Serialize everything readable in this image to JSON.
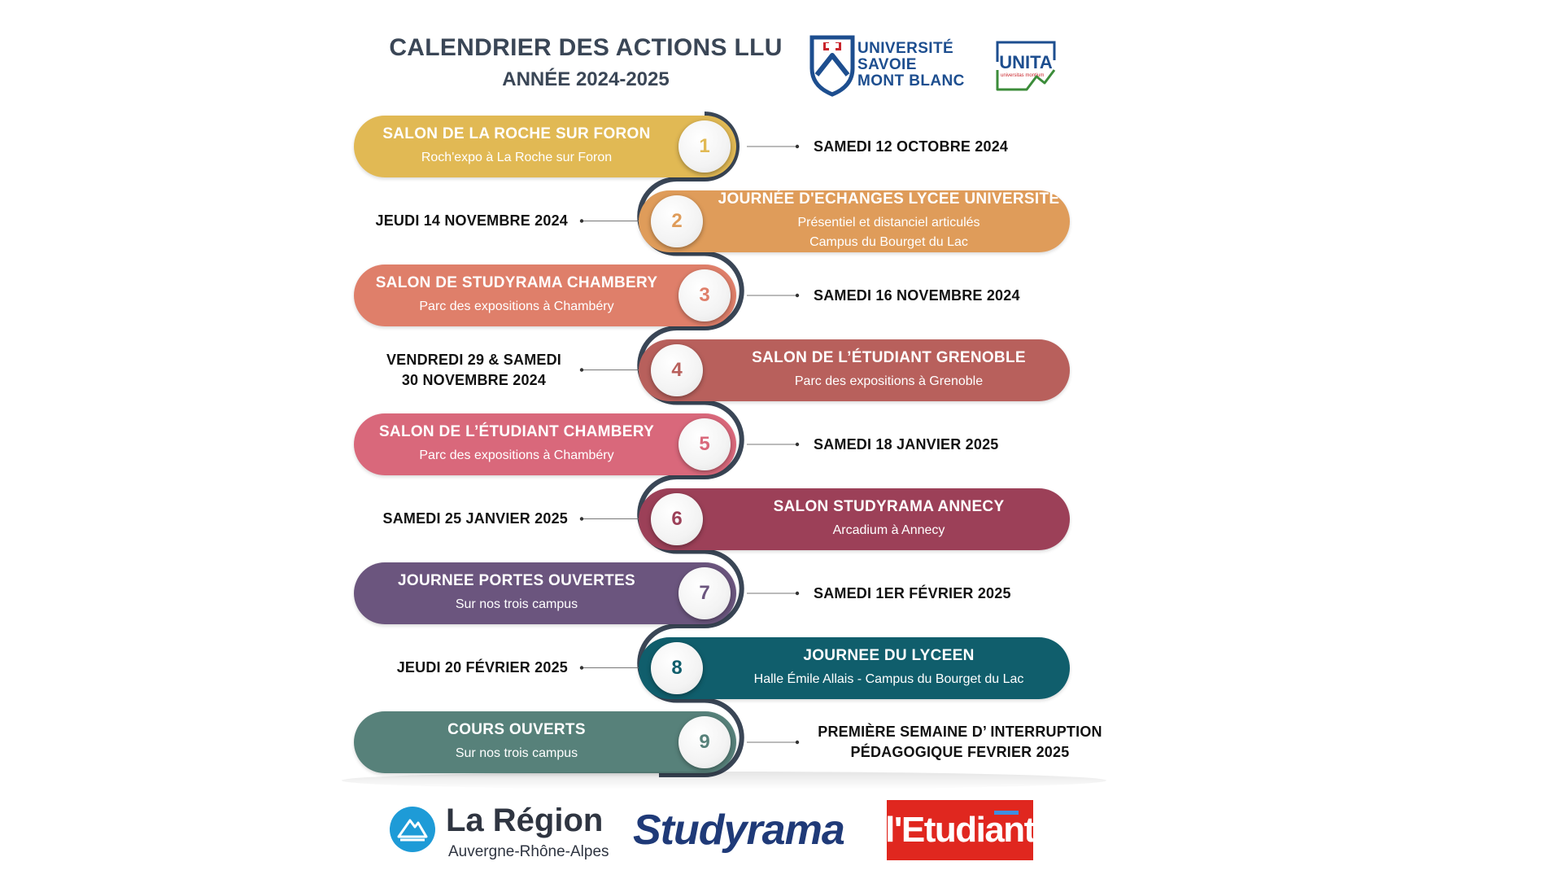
{
  "header": {
    "title": "CALENDRIER DES ACTIONS LLU",
    "subtitle": "ANNÉE 2024-2025"
  },
  "logos": {
    "usmb": [
      "UNIVERSITÉ",
      "SAVOIE",
      "MONT BLANC"
    ],
    "unita": "UNITA",
    "unita_tagline": "universitas montium",
    "region_name": "La Région",
    "region_sub": "Auvergne-Rhône-Alpes",
    "studyrama": "Studyrama",
    "etudiant": "l'Etudiant"
  },
  "events": [
    {
      "num": "1",
      "side": "left",
      "title": "SALON DE LA ROCHE SUR FORON",
      "sub": [
        "Roch'expo à La Roche sur Foron"
      ],
      "date": [
        "SAMEDI 12 OCTOBRE 2024"
      ],
      "color": "#e1b954"
    },
    {
      "num": "2",
      "side": "right",
      "title": "JOURNÉE D'ECHANGES LYCEE UNIVERSITE",
      "sub": [
        "Présentiel et distanciel articulés",
        "Campus du Bourget du Lac"
      ],
      "date": [
        "JEUDI 14 NOVEMBRE 2024"
      ],
      "color": "#df9c5a"
    },
    {
      "num": "3",
      "side": "left",
      "title": "SALON DE STUDYRAMA CHAMBERY",
      "sub": [
        "Parc des expositions à Chambéry"
      ],
      "date": [
        "SAMEDI 16 NOVEMBRE 2024"
      ],
      "color": "#df7f6a"
    },
    {
      "num": "4",
      "side": "right",
      "title": "SALON DE L’ÉTUDIANT GRENOBLE",
      "sub": [
        "Parc des expositions à Grenoble"
      ],
      "date": [
        "VENDREDI 29 & SAMEDI",
        "30 NOVEMBRE 2024"
      ],
      "color": "#b8605c"
    },
    {
      "num": "5",
      "side": "left",
      "title": "SALON DE L’ÉTUDIANT CHAMBERY",
      "sub": [
        "Parc des expositions à Chambéry"
      ],
      "date": [
        "SAMEDI 18 JANVIER 2025"
      ],
      "color": "#d9687b"
    },
    {
      "num": "6",
      "side": "right",
      "title": "SALON STUDYRAMA ANNECY",
      "sub": [
        "Arcadium à Annecy"
      ],
      "date": [
        "SAMEDI 25 JANVIER 2025"
      ],
      "color": "#9c4058"
    },
    {
      "num": "7",
      "side": "left",
      "title": "JOURNEE PORTES OUVERTES",
      "sub": [
        "Sur nos trois campus"
      ],
      "date": [
        "SAMEDI 1ER FÉVRIER 2025"
      ],
      "color": "#6b557e"
    },
    {
      "num": "8",
      "side": "right",
      "title": "JOURNEE DU LYCEEN",
      "sub": [
        "Halle Émile Allais - Campus du Bourget du Lac"
      ],
      "date": [
        "JEUDI 20 FÉVRIER 2025"
      ],
      "color": "#105e6c"
    },
    {
      "num": "9",
      "side": "left",
      "title": "COURS OUVERTS",
      "sub": [
        "Sur nos trois campus"
      ],
      "date": [
        "PREMIÈRE SEMAINE D’ INTERRUPTION",
        "PÉDAGOGIQUE FEVRIER 2025"
      ],
      "color": "#57817a"
    }
  ]
}
